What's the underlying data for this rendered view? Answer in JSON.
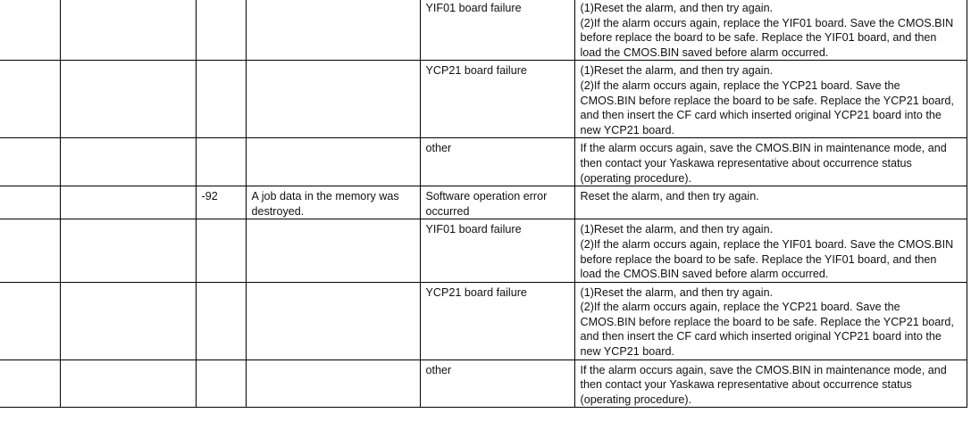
{
  "rows": [
    {
      "code": "",
      "cause": "",
      "detail": "YIF01 board failure",
      "remedy": "(1)Reset the alarm, and then try again.\n(2)If the alarm occurs again, replace the YIF01 board. Save the CMOS.BIN before replace the board to be safe. Replace the YIF01 board, and then load the CMOS.BIN saved before alarm occurred."
    },
    {
      "code": "",
      "cause": "",
      "detail": "YCP21 board failure",
      "remedy": "(1)Reset the alarm, and then try again.\n(2)If the alarm occurs again, replace the YCP21 board. Save the CMOS.BIN before replace the board to be safe. Replace the YCP21 board, and then insert the CF card which inserted original YCP21 board into the new YCP21 board."
    },
    {
      "code": "",
      "cause": "",
      "detail": "other",
      "remedy": "If the alarm occurs again, save the CMOS.BIN in maintenance mode, and then contact your Yaskawa representative about occurrence status (operating procedure)."
    },
    {
      "code": "-92",
      "cause": "A job data in the memory was destroyed.",
      "detail": "Software operation error occurred",
      "remedy": "Reset the alarm, and then try again."
    },
    {
      "code": "",
      "cause": "",
      "detail": "YIF01 board failure",
      "remedy": "(1)Reset the alarm, and then try again.\n(2)If the alarm occurs again, replace the YIF01 board. Save the CMOS.BIN before replace the board to be safe. Replace the YIF01 board, and then load the CMOS.BIN saved before alarm occurred."
    },
    {
      "code": "",
      "cause": "",
      "detail": "YCP21 board failure",
      "remedy": "(1)Reset the alarm, and then try again.\n(2)If the alarm occurs again, replace the YCP21 board. Save the CMOS.BIN before replace the board to be safe. Replace the YCP21 board, and then insert the CF card which inserted original YCP21 board into the new YCP21 board."
    },
    {
      "code": "",
      "cause": "",
      "detail": "other",
      "remedy": "If the alarm occurs again, save the CMOS.BIN in maintenance mode, and then contact your Yaskawa representative about occurrence status (operating procedure)."
    }
  ]
}
